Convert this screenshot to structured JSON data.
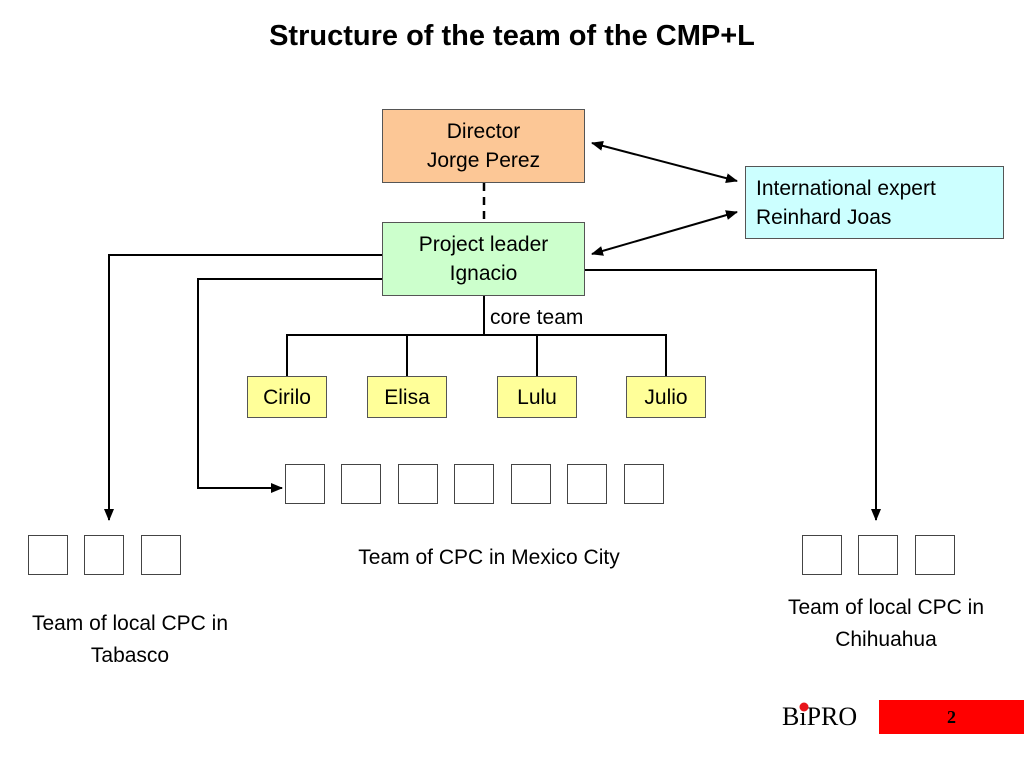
{
  "title": "Structure of the team of the CMP+L",
  "director": {
    "role": "Director",
    "name": "Jorge Perez"
  },
  "project_leader": {
    "role": "Project leader",
    "name": "Ignacio"
  },
  "expert": {
    "role": "International expert",
    "name": "Reinhard Joas"
  },
  "core_team": {
    "label": "core team",
    "members": [
      "Cirilo",
      "Elisa",
      "Lulu",
      "Julio"
    ]
  },
  "teams": {
    "mexico_city": {
      "label": "Team of CPC in Mexico City",
      "box_count": 7
    },
    "tabasco": {
      "label_line1": "Team of local CPC in",
      "label_line2": "Tabasco",
      "box_count": 3
    },
    "chihuahua": {
      "label_line1": "Team of local CPC in",
      "label_line2": "Chihuahua",
      "box_count": 3
    }
  },
  "footer": {
    "logo_bi": "Bi",
    "logo_pro": "PRO",
    "page_number": "2"
  },
  "colors": {
    "director_fill": "#fcc796",
    "leader_fill": "#ccffcc",
    "expert_fill": "#ccffff",
    "member_fill": "#ffff99",
    "page_box": "#ff0000"
  }
}
